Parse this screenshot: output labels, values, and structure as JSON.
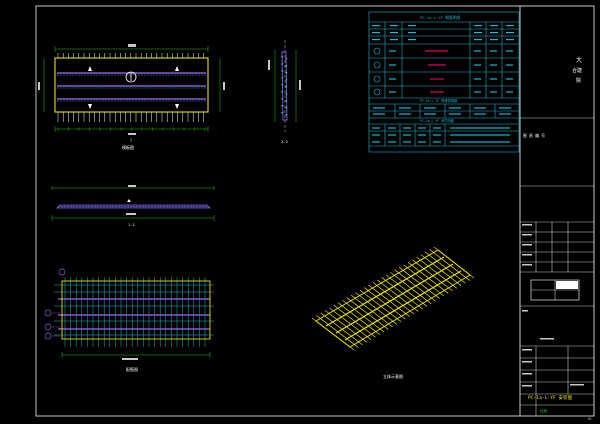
{
  "colors": {
    "background": "#000000",
    "frame": "#c8c8c8",
    "panel_outline": "#e8e000",
    "rebar_lines": "#00d0e0",
    "section_purple": "#8a58d8",
    "dimension": "#20c020",
    "table_cyan": "#18b8d0",
    "highlight_red": "#e00060",
    "title_yellow": "#e8e000"
  },
  "views": {
    "plan_label": "模板图",
    "section_label_side": "2-2",
    "section_label_long": "1-1",
    "rebar_plan_label": "配筋图",
    "iso_label": "立体示意图"
  },
  "table": {
    "title": "PC-1a-L-YF 钢筋明细",
    "sub_title_2": "PC-1a-L-YF 预埋件明细",
    "sub_title_3": "PC-1a-L-YF 吊件明细"
  },
  "title_block": {
    "design_unit_l1": "大",
    "design_unit_l2": "合建",
    "design_unit_l3": "院",
    "note_label": "图 纸 编 号",
    "drawing_title": "PC-1a-L-YF 安装图",
    "drawing_no": "结施",
    "sheet_no": "01"
  }
}
